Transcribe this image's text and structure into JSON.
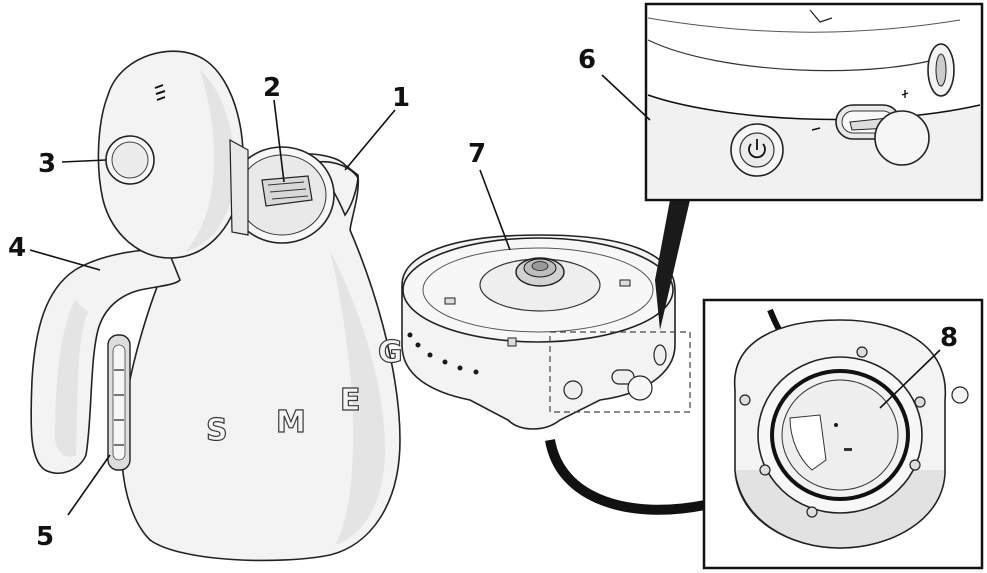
{
  "callouts": [
    {
      "id": "1",
      "label": "1"
    },
    {
      "id": "2",
      "label": "2"
    },
    {
      "id": "3",
      "label": "3"
    },
    {
      "id": "4",
      "label": "4"
    },
    {
      "id": "5",
      "label": "5"
    },
    {
      "id": "6",
      "label": "6"
    },
    {
      "id": "7",
      "label": "7"
    },
    {
      "id": "8",
      "label": "8"
    }
  ],
  "kettle_logo": [
    "S",
    "M",
    "E",
    "G"
  ],
  "colors": {
    "outline": "#111111",
    "body": "#f3f3f3",
    "shade": "#e4e4e4",
    "ink": "#1a1a1a"
  },
  "icons": {
    "power": "power-icon"
  }
}
